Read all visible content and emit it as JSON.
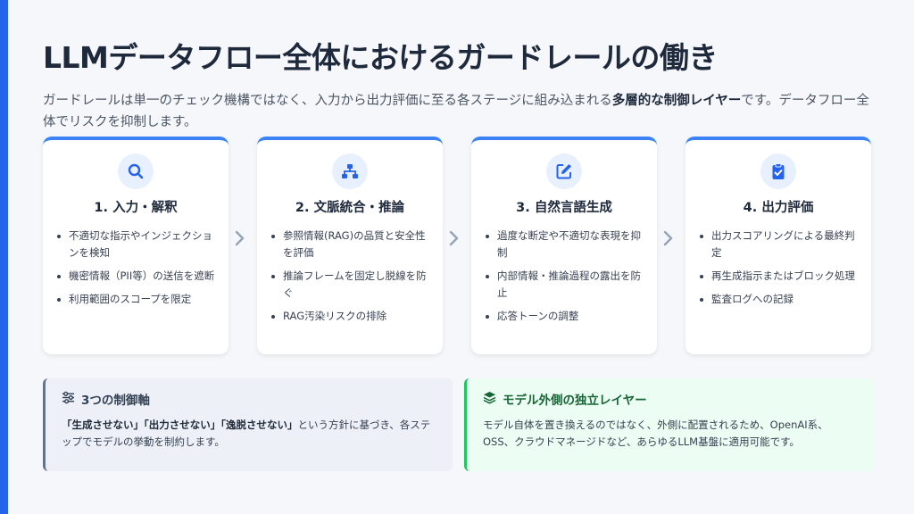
{
  "title": "LLMデータフロー全体におけるガードレールの働き",
  "lead": {
    "prefix": "ガードレールは単一のチェック機構ではなく、入力から出力評価に至る各ステージに組み込まれる",
    "emphasis": "多層的な制御レイヤー",
    "suffix": "です。データフロー全体でリスクを抑制します。"
  },
  "colors": {
    "accent": "#2563eb",
    "card_top": "#3b82f6",
    "green": "#22c55e"
  },
  "stages": [
    {
      "icon": "search-icon",
      "title": "1. 入力・解釈",
      "items": [
        "不適切な指示やインジェクションを検知",
        "機密情報（PII等）の送信を遮断",
        "利用範囲のスコープを限定"
      ]
    },
    {
      "icon": "network-icon",
      "title": "2. 文脈統合・推論",
      "items": [
        "参照情報(RAG)の品質と安全性を評価",
        "推論フレームを固定し脱線を防ぐ",
        "RAG汚染リスクの排除"
      ]
    },
    {
      "icon": "edit-icon",
      "title": "3. 自然言語生成",
      "items": [
        "過度な断定や不適切な表現を抑制",
        "内部情報・推論過程の露出を防止",
        "応答トーンの調整"
      ]
    },
    {
      "icon": "clipboard-check-icon",
      "title": "4. 出力評価",
      "items": [
        "出力スコアリングによる最終判定",
        "再生成指示またはブロック処理",
        "監査ログへの記録"
      ]
    }
  ],
  "control_axes": {
    "icon": "sliders-icon",
    "title": "3つの制御軸",
    "emphasis": "「生成させない」「出力させない」「逸脱させない」",
    "body": "という方針に基づき、各ステップでモデルの挙動を制約します。"
  },
  "external_layer": {
    "icon": "layers-icon",
    "title": "モデル外側の独立レイヤー",
    "body": "モデル自体を置き換えるのではなく、外側に配置されるため、OpenAI系、OSS、クラウドマネージドなど、あらゆるLLM基盤に適用可能です。"
  }
}
